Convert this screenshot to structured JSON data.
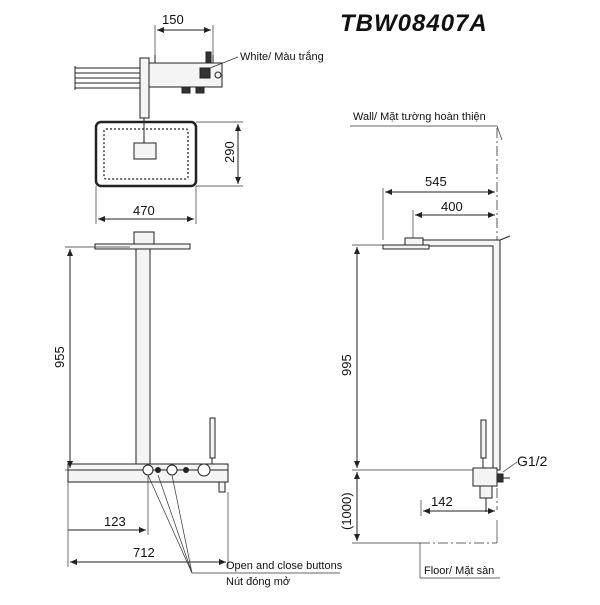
{
  "title": "TBW08407A",
  "dims": {
    "top_width": "150",
    "head_depth": "290",
    "head_width": "470",
    "front_height": "955",
    "button_offset": "123",
    "bar_length": "712",
    "side_reach": "545",
    "arm_length": "400",
    "side_height": "995",
    "floor_height": "(1000)",
    "side_offset": "142"
  },
  "labels": {
    "white": "White/ Màu trắng",
    "wall": "Wall/ Mặt tường hoàn thiện",
    "thread": "G1/2",
    "floor": "Floor/ Mặt sàn",
    "buttons_en": "Open and close buttons",
    "buttons_vi": "Nút đóng mở"
  }
}
